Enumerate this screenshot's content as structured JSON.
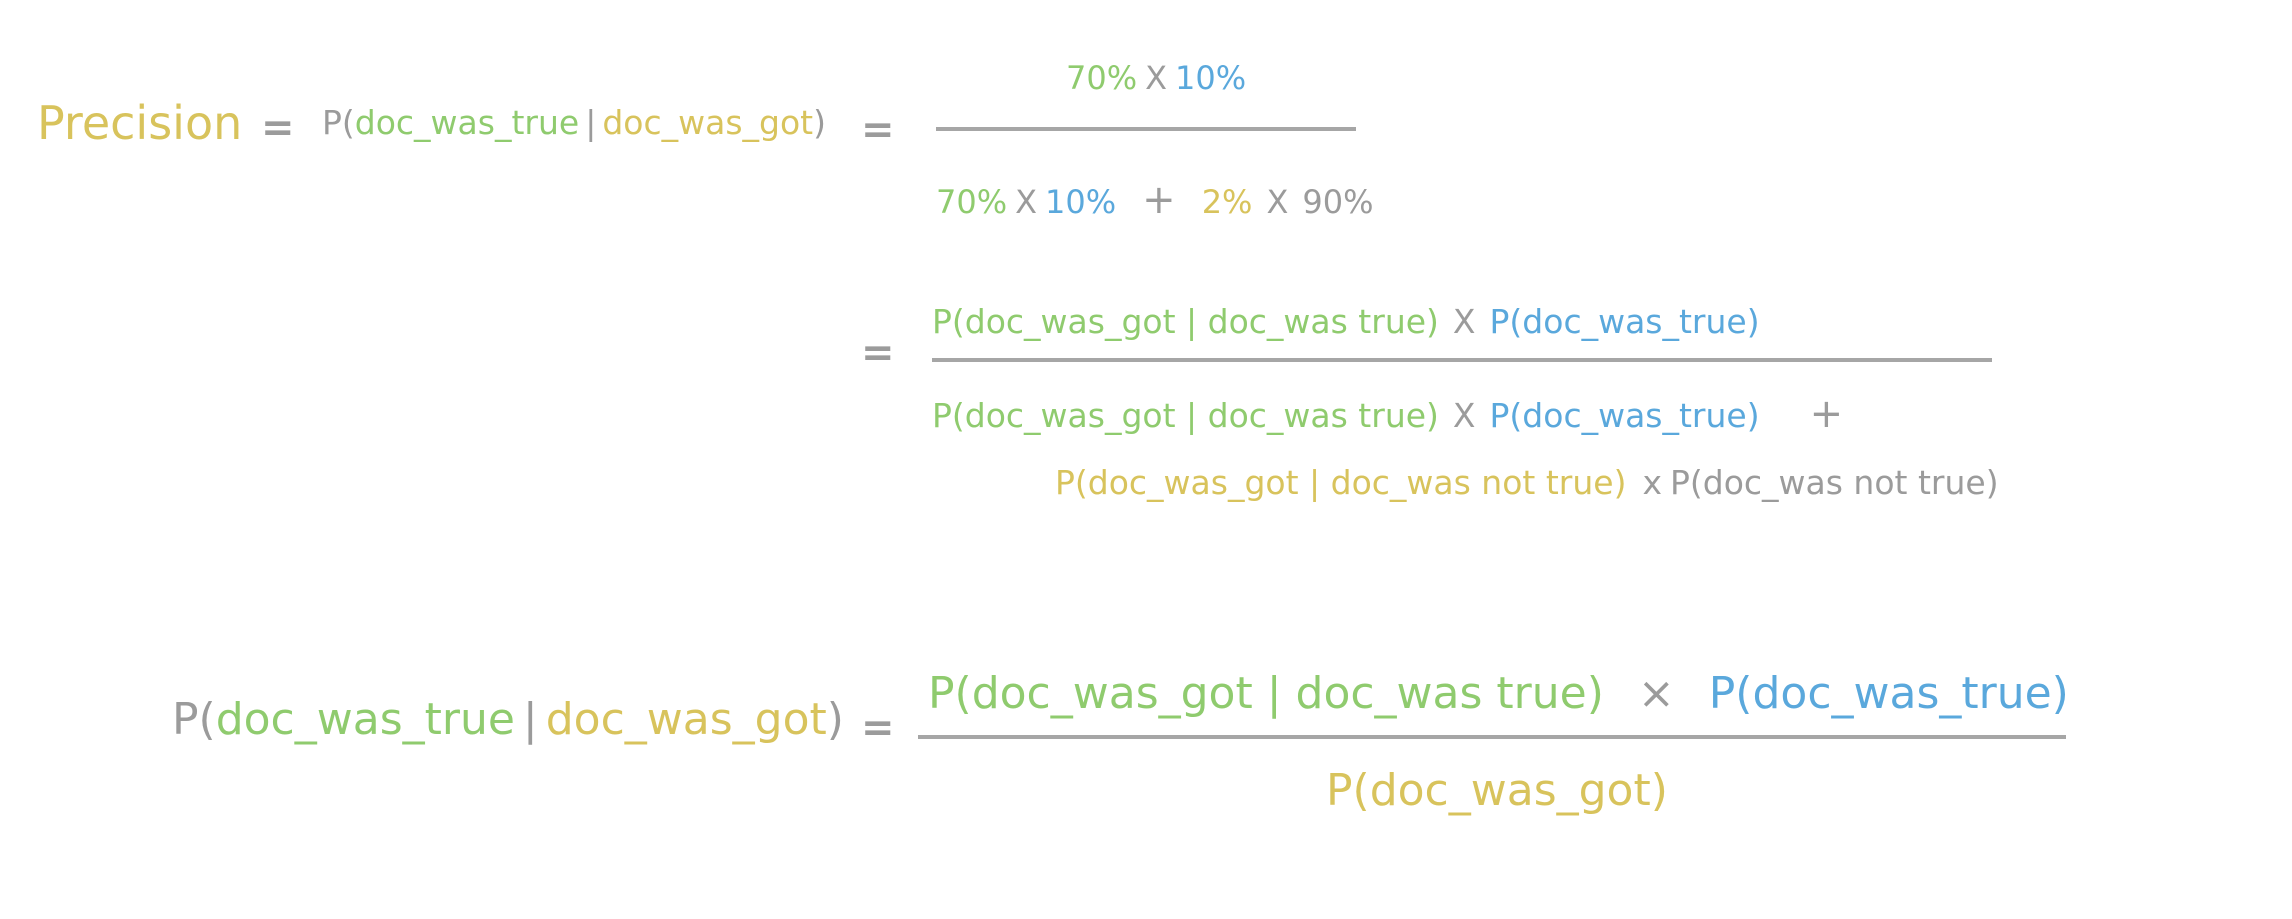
{
  "colors": {
    "grey": "#9b9b9b",
    "green": "#8fcb6e",
    "yellow": "#d8c35c",
    "blue": "#5aa8dc"
  },
  "eq1": {
    "lhs": "Precision",
    "equals": "=",
    "cond": {
      "p_open": "P(",
      "a": "doc_was_true",
      "bar": "|",
      "b": "doc_was_got",
      "p_close": ")"
    },
    "equals2": "=",
    "numerator": {
      "a": "70%",
      "times": "X",
      "b": "10%"
    },
    "denominator": {
      "a": "70%",
      "times1": "X",
      "b": "10%",
      "plus": "+",
      "c": "2%",
      "times2": "X",
      "d": "90%"
    }
  },
  "eq2": {
    "equals": "=",
    "numerator": {
      "a": "P(doc_was_got | doc_was true)",
      "times": "X",
      "b": "P(doc_was_true)"
    },
    "denominator": {
      "a": "P(doc_was_got | doc_was true)",
      "times": "X",
      "b": "P(doc_was_true)",
      "plus": "+",
      "c": "P(doc_was_got | doc_was not true)",
      "times2": "x",
      "d": "P(doc_was not true)"
    }
  },
  "eq3": {
    "lhs": {
      "p_open": "P(",
      "a": "doc_was_true",
      "bar": "|",
      "b": "doc_was_got",
      "p_close": ")"
    },
    "equals": "=",
    "numerator": {
      "a": "P(doc_was_got | doc_was true)",
      "times": "×",
      "b": "P(doc_was_true)"
    },
    "denominator": "P(doc_was_got)"
  }
}
